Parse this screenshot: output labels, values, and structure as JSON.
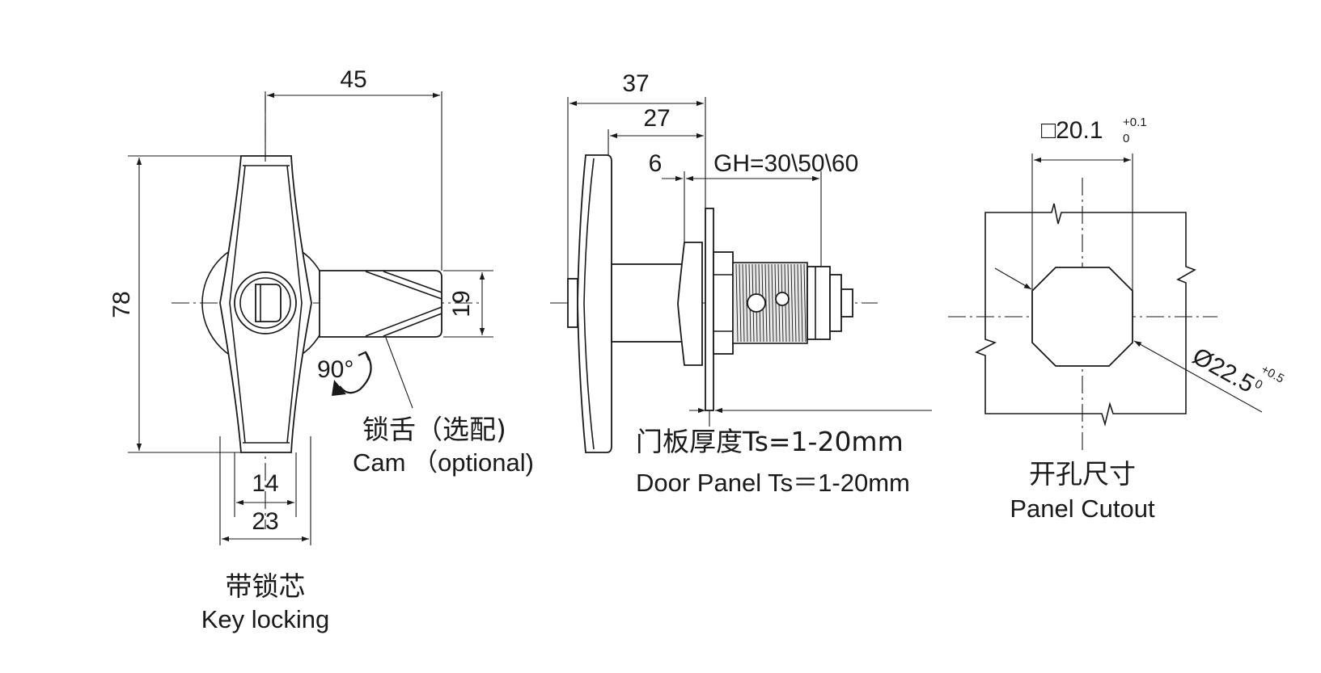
{
  "dimensions": {
    "key_view": {
      "width": "45",
      "height": "78",
      "cam_width": "19",
      "core_inner": "14",
      "core_outer": "23",
      "rotation": "90°"
    },
    "side_view": {
      "overall": "37",
      "body": "27",
      "flange": "6",
      "grip": "GH=30\\50\\60"
    },
    "cutout": {
      "square": "□20.1",
      "square_tol_upper": "+0.1",
      "square_tol_lower": "0",
      "diameter": "Ø22.5",
      "diameter_tol_upper": "+0.5",
      "diameter_tol_lower": "0"
    }
  },
  "labels": {
    "cam_cn": "锁舌（选配)",
    "cam_en": "Cam （optional)",
    "key_cn": "带锁芯",
    "key_en": "Key locking",
    "door_cn": "门板厚度Ts=1-20mm",
    "door_en": "Door Panel Ts＝1-20mm",
    "cutout_cn": "开孔尺寸",
    "cutout_en": "Panel Cutout"
  }
}
